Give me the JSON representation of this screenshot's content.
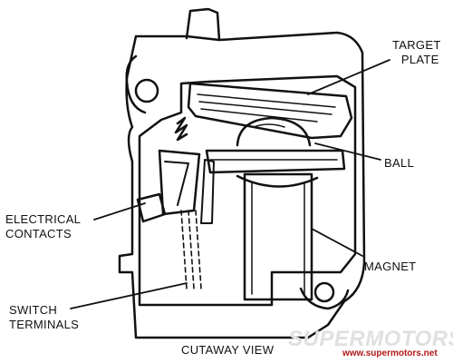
{
  "labels": {
    "target_plate": [
      "TARGET",
      "PLATE"
    ],
    "ball": "BALL",
    "electrical_contacts": [
      "ELECTRICAL",
      "CONTACTS"
    ],
    "magnet": "MAGNET",
    "switch_terminals": [
      "SWITCH",
      "TERMINALS"
    ],
    "caption": "CUTAWAY VIEW"
  },
  "watermark": {
    "brand": "SUPERMOTORS",
    "url": "www.supermotors.net",
    "brand_color": "#e0e0e0",
    "url_color": "#b01818"
  },
  "colors": {
    "ink": "#111111",
    "background": "#ffffff"
  }
}
